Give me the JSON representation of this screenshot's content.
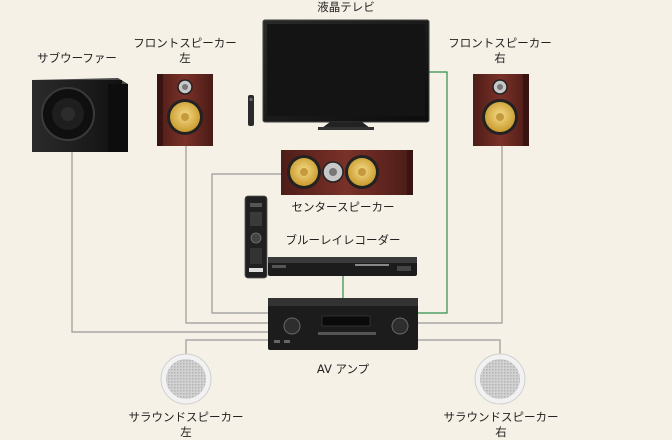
{
  "labels": {
    "tv": "液晶テレビ",
    "subwoofer": "サブウーファー",
    "front_left_line1": "フロントスピーカー",
    "front_left_line2": "左",
    "front_right_line1": "フロントスピーカー",
    "front_right_line2": "右",
    "center": "センタースピーカー",
    "recorder": "ブルーレイレコーダー",
    "amp": "AV アンプ",
    "surround_left_line1": "サラウンドスピーカー",
    "surround_left_line2": "左",
    "surround_right_line1": "サラウンドスピーカー",
    "surround_right_line2": "右"
  },
  "colors": {
    "background": "#f5f1e6",
    "speaker_cable": "#9a9a9a",
    "hdmi_cable": "#2f8f4e",
    "wood": "#6a2a22",
    "cone_yellow": "#e8c45a",
    "device_black": "#1c1c1c"
  }
}
